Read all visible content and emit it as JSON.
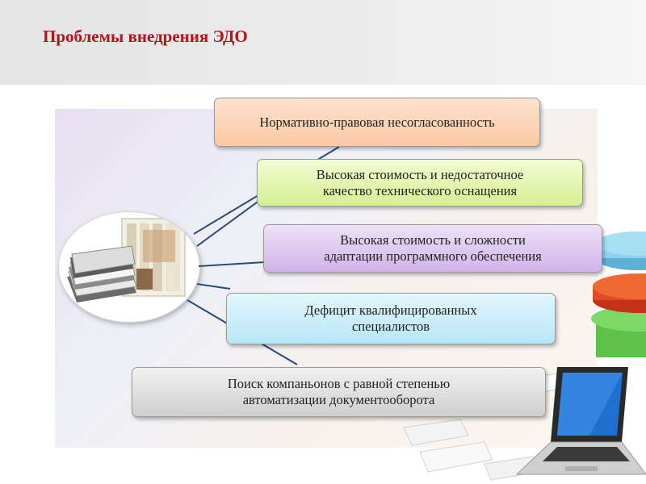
{
  "slide": {
    "title": "Проблемы внедрения ЭДО"
  },
  "problems": [
    {
      "line1": "Нормативно-правовая несогласованность",
      "line2": ""
    },
    {
      "line1": "Высокая стоимость  и недостаточное",
      "line2": "качество  технического оснащения"
    },
    {
      "line1": "Высокая стоимость и сложности",
      "line2": "адаптации  программного обеспечения"
    },
    {
      "line1": "Дефицит квалифицированных",
      "line2": "специалистов"
    },
    {
      "line1": "Поиск компаньонов с равной степенью",
      "line2": "автоматизации документооборота"
    }
  ],
  "colors": {
    "title": "#b5121b",
    "connector": "#2a4a77",
    "box1": "#fbc8a3",
    "box2": "#d4f091",
    "box3": "#d0b3ea",
    "box4": "#b8e6f6",
    "box5": "#cfcfcf"
  },
  "icons": [
    "documents-stack-icon",
    "laptop-icon",
    "pie-chart-icon"
  ]
}
